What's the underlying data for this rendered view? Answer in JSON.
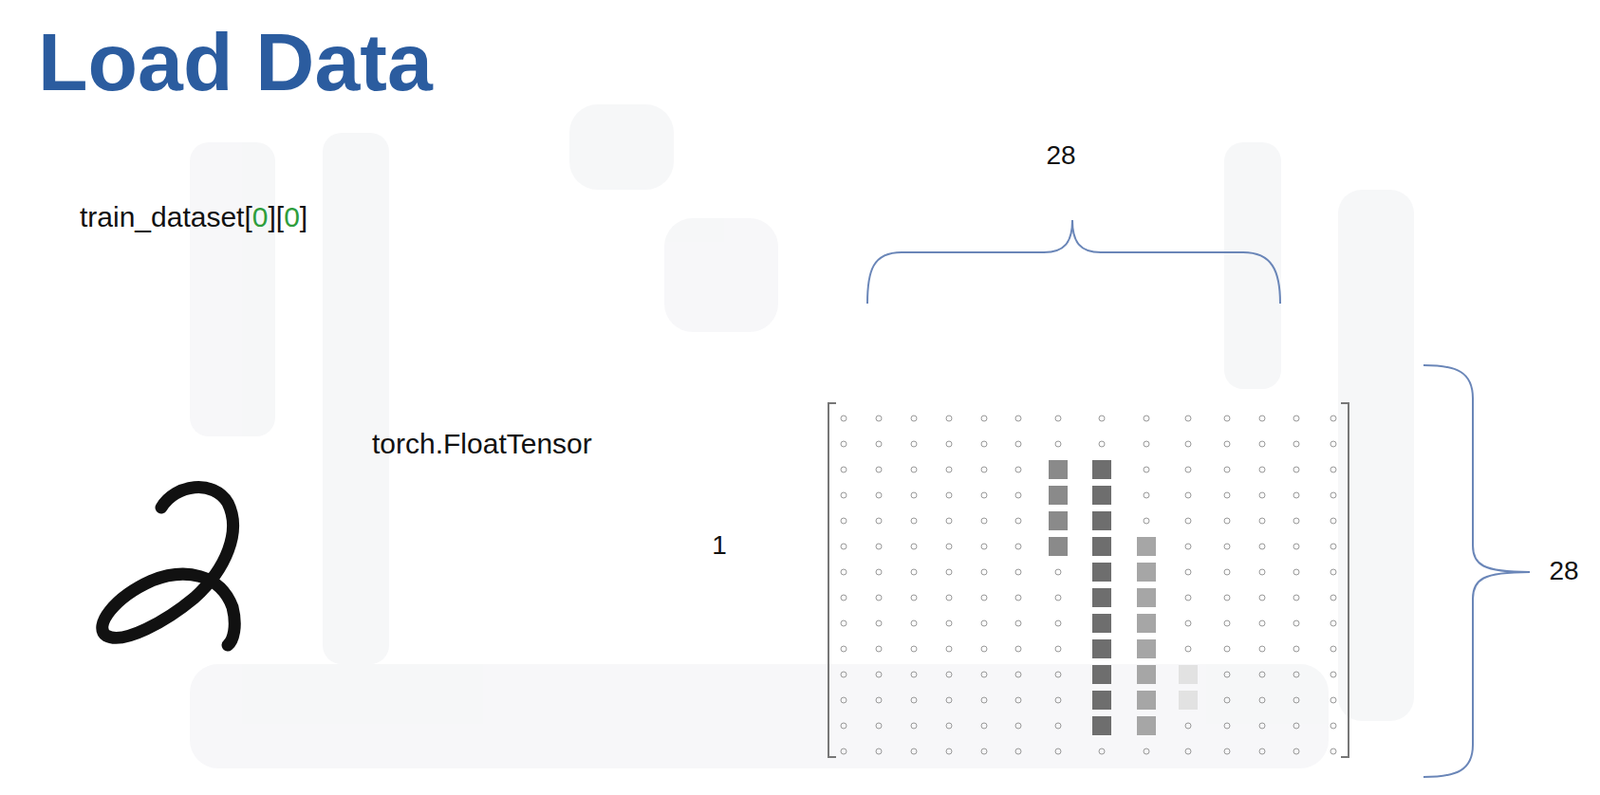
{
  "diagram": {
    "title": "Load Data",
    "labels": [
      "train_dataset[0][0]",
      "torch.FloatTensor",
      "1",
      "28",
      "28"
    ]
  }
}
